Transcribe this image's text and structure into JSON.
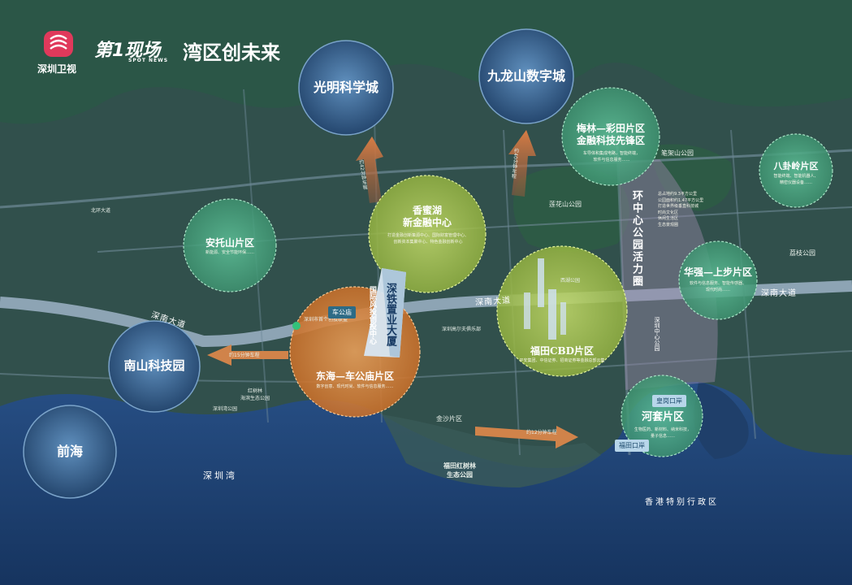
{
  "colors": {
    "sea": "#1c3f73",
    "land": "#2f4a48",
    "green_circle": "#4fb28c",
    "yellow_circle": "#b9d35a",
    "orange_circle": "#e28a35",
    "blue_circle": "#3e6a9c",
    "arrow": "#c77a4e",
    "logo_red": "#e0395b"
  },
  "header": {
    "logo_channel": "深圳卫视",
    "logo_program_main": "第1现场",
    "logo_program_sub": "SPOT NEWS",
    "logo_slogan": "湾区创未来"
  },
  "districts": {
    "guangming": "光明科学城",
    "jiulongshan": "九龙山数字城",
    "nanshan": "南山科技园",
    "qianhai": "前海",
    "meilin": "梅林—彩田片区\n金融科技先锋区",
    "meilin_desc": "车导体和集成电路，智能终端，\n软件与信息服务……",
    "bagualing": "八卦岭片区",
    "bagualing_desc": "智能终端、智能机器人、\n精密仪器设备……",
    "anshan": "安托山片区",
    "anshan_desc": "新能源、安全节能环保……",
    "xiangmihu": "香蜜湖\n新金融中心",
    "xiangmihu_desc": "打造金融创新策源中心、国际财富管理中心、\n创新资本集聚中心、特色金融创新中心",
    "futian": "福田CBD片区",
    "futian_desc": "平安集团、中信证券、招商证券等金融总部云集",
    "donghai": "东海—车公庙片区",
    "donghai_desc": "数字创意、现代时尚、软件与信息服务……",
    "huaqiang": "华强—上步片区",
    "huaqiang_desc": "软件与信息服务、智能传感器、\n现代时尚……",
    "hetao": "河套片区",
    "hetao_desc": "生物医药、新材料、纳米科技，\n量子信息……"
  },
  "park_center": {
    "title": "环中心公园活力圈",
    "desc": "总占地约9.3平方公里\n公园面积约1.47平方公里\n打造世界级垂直科技城\n时尚文化区\n休闲生活区\n生态景观圈"
  },
  "building": {
    "name": "深铁置业大厦",
    "subtitle": "国际风投创投中心"
  },
  "roads": {
    "shennan_left": "深南大道",
    "shennan_mid": "深南大道",
    "shennan_right": "深南大道",
    "binhai": "北环大道",
    "north_ring": "北环大道"
  },
  "routes": {
    "to_guangming": "约42分钟车程",
    "to_jiulongshan": "约40分钟车程",
    "to_nanshan": "约15分钟车程",
    "to_hetao": "约12分钟车程"
  },
  "places": {
    "bijia_park": "笔架山公园",
    "lianhua_park": "莲花山公园",
    "lizhi_park": "荔枝公园",
    "jintao": "金沙片区",
    "shenzhen_bay": "深圳湾",
    "hk": "香港特别行政区",
    "hongshulin_reserve": "福田红树林\n生态公园",
    "hongshulin_coast": "红树林\n海滨生态公园",
    "shenzhen_bay_park": "深圳湾公园",
    "golf": "深圳高尔夫俱乐部",
    "chegongmiao": "车公庙",
    "huanggang": "皇岗口岸",
    "futian_port": "福田口岸",
    "fund_town": "深圳市首个创投联盟",
    "xili_lake": "西湖公园",
    "central_park": "深圳中心公园"
  }
}
